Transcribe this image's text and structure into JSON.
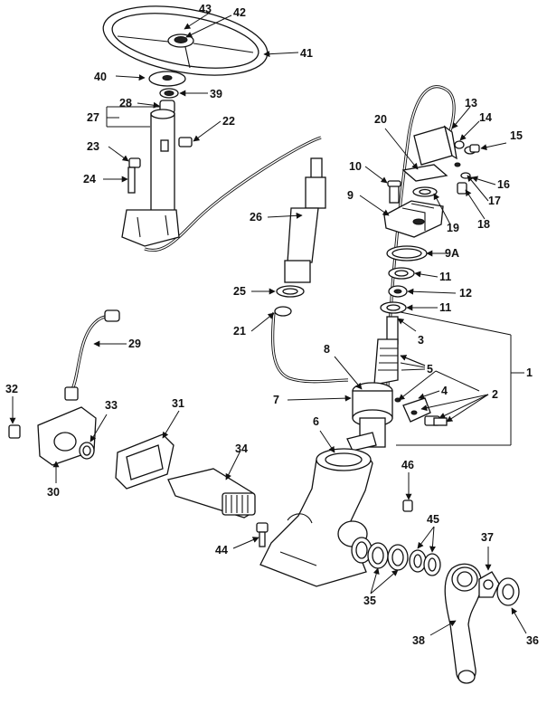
{
  "diagram": {
    "labels": [
      {
        "id": "l43",
        "text": "43"
      },
      {
        "id": "l42",
        "text": "42"
      },
      {
        "id": "l41",
        "text": "41"
      },
      {
        "id": "l40",
        "text": "40"
      },
      {
        "id": "l39",
        "text": "39"
      },
      {
        "id": "l28",
        "text": "28"
      },
      {
        "id": "l27",
        "text": "27"
      },
      {
        "id": "l22",
        "text": "22"
      },
      {
        "id": "l23",
        "text": "23"
      },
      {
        "id": "l24",
        "text": "24"
      },
      {
        "id": "l26",
        "text": "26"
      },
      {
        "id": "l25",
        "text": "25"
      },
      {
        "id": "l21",
        "text": "21"
      },
      {
        "id": "l13",
        "text": "13"
      },
      {
        "id": "l14",
        "text": "14"
      },
      {
        "id": "l15",
        "text": "15"
      },
      {
        "id": "l20",
        "text": "20"
      },
      {
        "id": "l16",
        "text": "16"
      },
      {
        "id": "l17",
        "text": "17"
      },
      {
        "id": "l18",
        "text": "18"
      },
      {
        "id": "l10",
        "text": "10"
      },
      {
        "id": "l9",
        "text": "9"
      },
      {
        "id": "l19",
        "text": "19"
      },
      {
        "id": "l9a",
        "text": "9A"
      },
      {
        "id": "l11a",
        "text": "11"
      },
      {
        "id": "l12",
        "text": "12"
      },
      {
        "id": "l11b",
        "text": "11"
      },
      {
        "id": "l3",
        "text": "3"
      },
      {
        "id": "l1",
        "text": "1"
      },
      {
        "id": "l8",
        "text": "8"
      },
      {
        "id": "l5",
        "text": "5"
      },
      {
        "id": "l4",
        "text": "4"
      },
      {
        "id": "l2",
        "text": "2"
      },
      {
        "id": "l7",
        "text": "7"
      },
      {
        "id": "l6",
        "text": "6"
      },
      {
        "id": "l29",
        "text": "29"
      },
      {
        "id": "l32",
        "text": "32"
      },
      {
        "id": "l33",
        "text": "33"
      },
      {
        "id": "l31",
        "text": "31"
      },
      {
        "id": "l30",
        "text": "30"
      },
      {
        "id": "l34",
        "text": "34"
      },
      {
        "id": "l46",
        "text": "46"
      },
      {
        "id": "l45",
        "text": "45"
      },
      {
        "id": "l44",
        "text": "44"
      },
      {
        "id": "l35",
        "text": "35"
      },
      {
        "id": "l37",
        "text": "37"
      },
      {
        "id": "l38",
        "text": "38"
      },
      {
        "id": "l36",
        "text": "36"
      }
    ]
  }
}
